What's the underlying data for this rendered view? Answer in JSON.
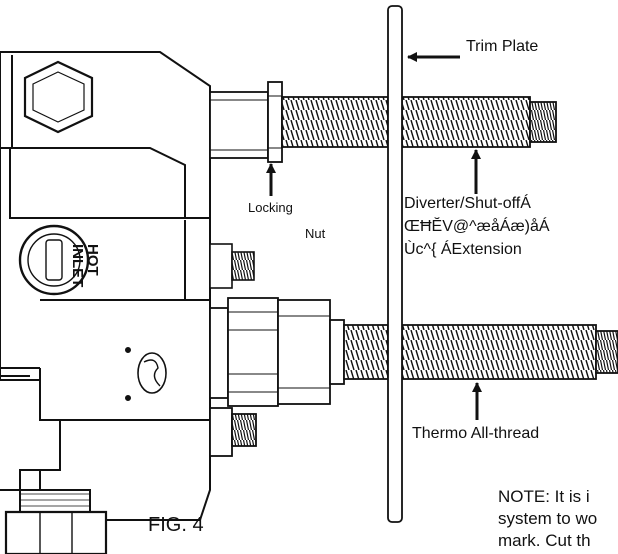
{
  "labels": {
    "trim_plate": "Trim Plate",
    "locking": "Locking",
    "nut": "Nut",
    "diverter_line1": "Diverter/Shut-offÁ",
    "diverter_line2": "ŒĦĔV@^æåÁæ)åÁ",
    "diverter_line3": "Ùc^{ ÁExtension",
    "thermo": "Thermo All-thread",
    "fig": "FIG. 4",
    "hot_inlet_line1": "HOT",
    "hot_inlet_line2": "INLET"
  },
  "note": {
    "line1": "NOTE: It is i",
    "line2": "system to wo",
    "line3": "mark. Cut th"
  },
  "colors": {
    "line": "#111111",
    "fill": "#ffffff"
  }
}
